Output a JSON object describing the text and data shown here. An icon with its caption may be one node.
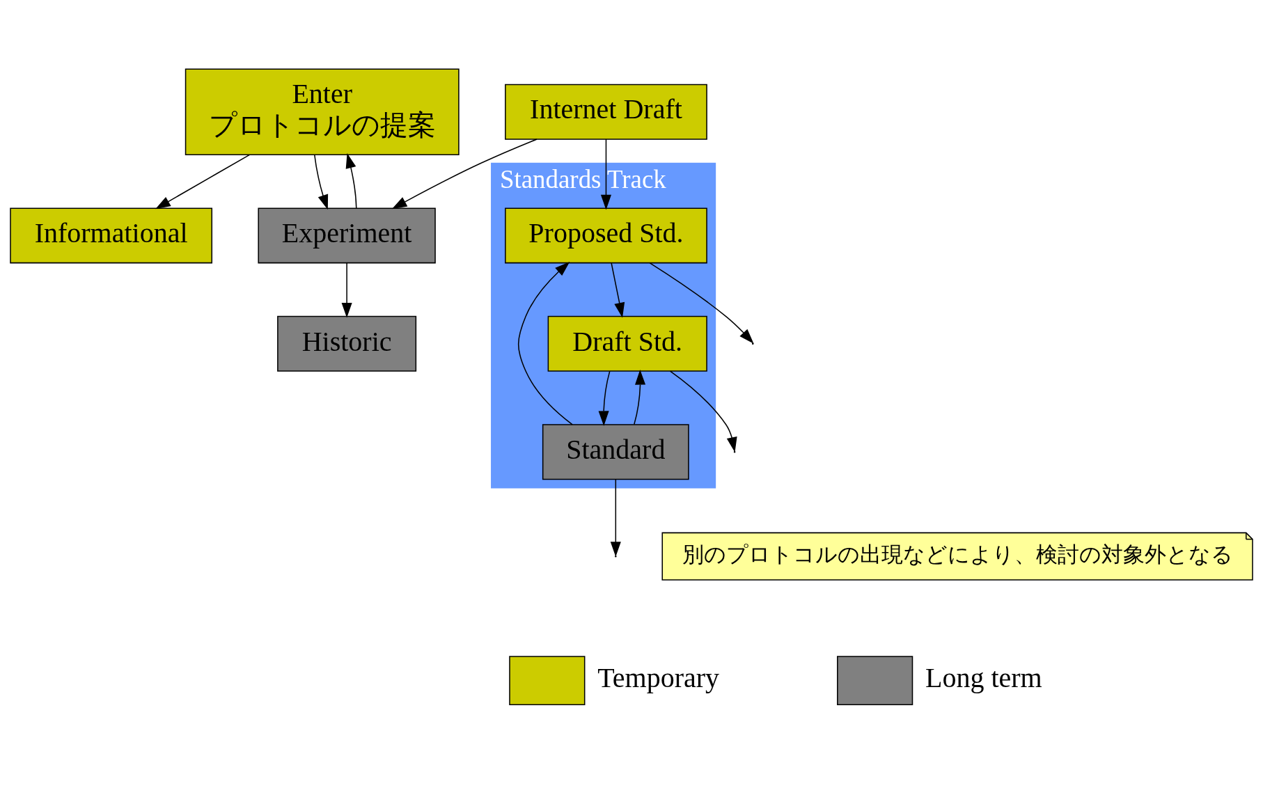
{
  "diagram": {
    "nodes": [
      {
        "text": [
          "Enter",
          "プロトコルの提案"
        ]
      },
      {
        "text": [
          "Internet Draft"
        ]
      },
      {
        "text": [
          "Experiment"
        ]
      },
      {
        "text": [
          "Standards Track"
        ]
      },
      {
        "text": [
          "Proposed Std."
        ],
        "in": 3
      },
      {
        "text": [
          "Draft Std."
        ],
        "in": 3
      },
      {
        "text": [
          "Standard"
        ],
        "in": 3
      },
      {
        "text": [
          "Informational"
        ]
      },
      {
        "text": [
          "Historic"
        ]
      },
      {
        "text": [
          "別のプロトコルの出現などにより、検討の対象外となる"
        ]
      }
    ],
    "edges": [
      {
        "from": 2,
        "to": 0,
        "arrow": "to"
      },
      {
        "from": 0,
        "to": 2,
        "arrow": "to"
      },
      {
        "from": 1,
        "to": 2,
        "arrow": "to"
      },
      {
        "from": 0,
        "to": 7,
        "arrow": "to"
      },
      {
        "from": 1,
        "to": 4,
        "arrow": "to"
      },
      {
        "from": 4,
        "to": 5,
        "arrow": "to"
      },
      {
        "from": 5,
        "to": 6,
        "arrow": "to"
      },
      {
        "from": 6,
        "to": 4,
        "arrow": "to"
      },
      {
        "from": 6,
        "to": 5,
        "arrow": "to"
      },
      {
        "from": 4,
        "to": null,
        "arrow": "to"
      },
      {
        "from": 5,
        "to": null,
        "arrow": "to"
      },
      {
        "from": 6,
        "to": null,
        "arrow": "to"
      },
      {
        "from": 2,
        "to": 8,
        "arrow": "to"
      }
    ],
    "legend": [
      {
        "text": "Temporary",
        "color": "#cccc00"
      },
      {
        "text": "Long term",
        "color": "#808080"
      }
    ]
  }
}
